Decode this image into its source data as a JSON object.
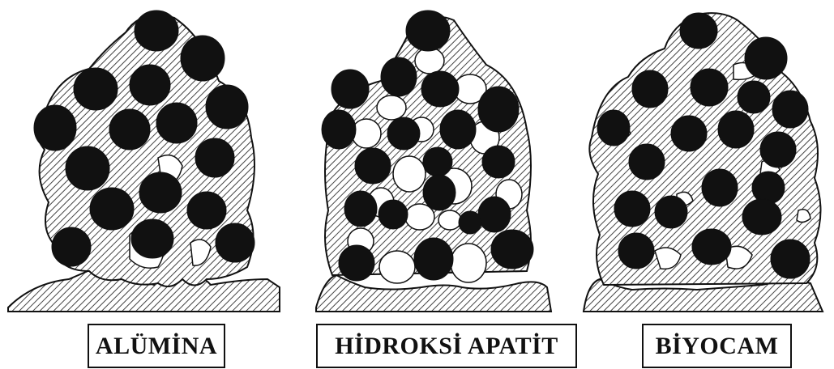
{
  "panels": [
    {
      "name": "alumina",
      "label": "ALÜMİNA"
    },
    {
      "name": "hidroksi-apatit",
      "label": "HİDROKSİ APATİT"
    },
    {
      "name": "biyocam",
      "label": "BİYOCAM"
    }
  ],
  "colors": {
    "particle": "#111111",
    "hatch": "#555555",
    "background": "#ffffff"
  }
}
